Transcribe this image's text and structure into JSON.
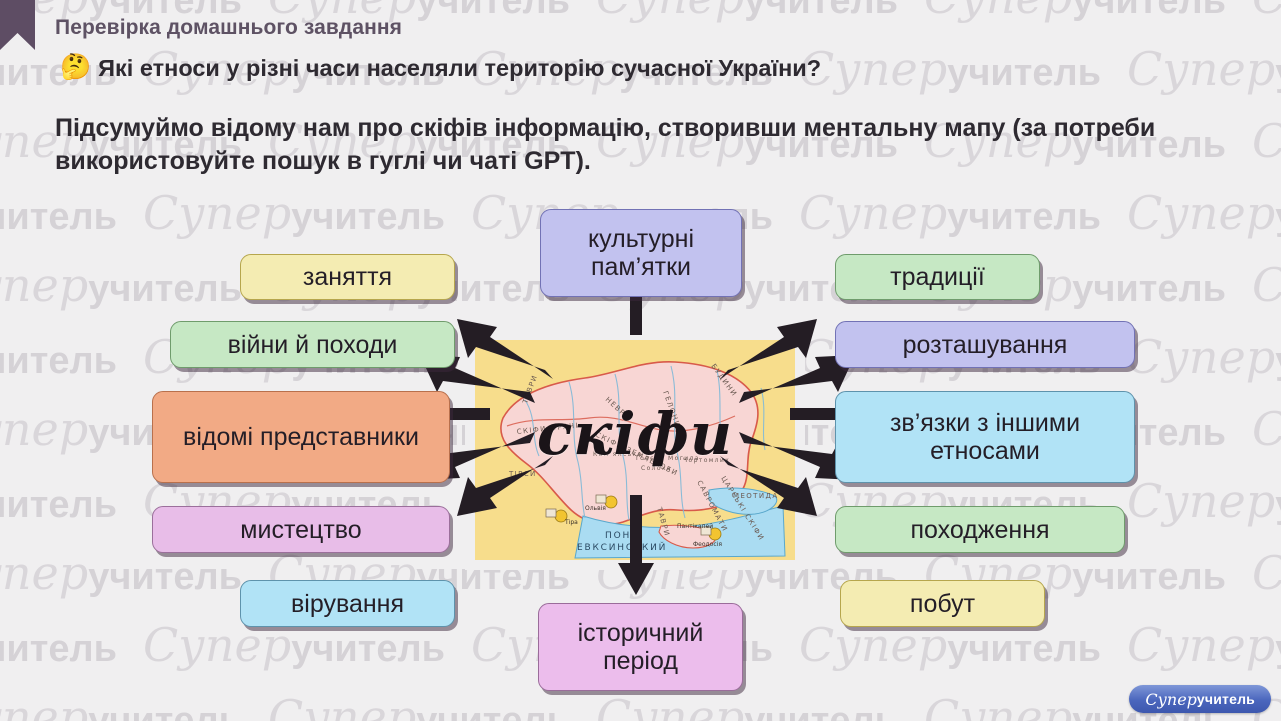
{
  "slide": {
    "header_title": "Перевірка домашнього завдання",
    "question_emoji": "🤔",
    "question": "Які етноси у різні часи населяли територію сучасної України?",
    "instruction": "Підсумуймо відому нам про скіфів інформацію, створивши ментальну мапу (за потреби використовуйте пошук в гуглі чи чаті GPT)."
  },
  "mindmap": {
    "center_label": "скіфи",
    "center_image": "map-of-scythia",
    "nodes": [
      {
        "id": "zanyattya",
        "label": "заняття",
        "color": "#f4ecb2",
        "side": "left"
      },
      {
        "id": "viyny",
        "label": "війни й походи",
        "color": "#c6e8c4",
        "side": "left"
      },
      {
        "id": "vidomi",
        "label": "відомі представники",
        "color": "#f2aa85",
        "side": "left"
      },
      {
        "id": "mystetstvo",
        "label": "мистецтво",
        "color": "#e8bde8",
        "side": "left"
      },
      {
        "id": "viruvannya",
        "label": "вірування",
        "color": "#b1e3f6",
        "side": "left"
      },
      {
        "id": "kulturni",
        "label": "культурні пам’ятки",
        "color": "#c2c2ef",
        "side": "top"
      },
      {
        "id": "istorychnyi",
        "label": "історичний період",
        "color": "#ecbdec",
        "side": "bottom"
      },
      {
        "id": "tradytsii",
        "label": "традиції",
        "color": "#c6e8c4",
        "side": "right"
      },
      {
        "id": "roztashuvannya",
        "label": "розташування",
        "color": "#c2c2ef",
        "side": "right"
      },
      {
        "id": "zvyazky",
        "label": "зв’язки з іншими етносами",
        "color": "#b1e3f6",
        "side": "right"
      },
      {
        "id": "pokhodzhennya",
        "label": "походження",
        "color": "#c6e8c4",
        "side": "right"
      },
      {
        "id": "pobut",
        "label": "побут",
        "color": "#f4ecb2",
        "side": "right"
      }
    ]
  },
  "watermark": {
    "script_part": "Супер",
    "bold_part": "учитель"
  },
  "logo": {
    "script_part": "Супер",
    "bold_part": "учитель"
  },
  "colors": {
    "background": "#f0eff0",
    "bookmark": "#5e4d64",
    "title_text": "#5e5264",
    "body_text": "#2e2a31",
    "arrow": "#241d24",
    "logo_blue": "#4a66bd"
  }
}
